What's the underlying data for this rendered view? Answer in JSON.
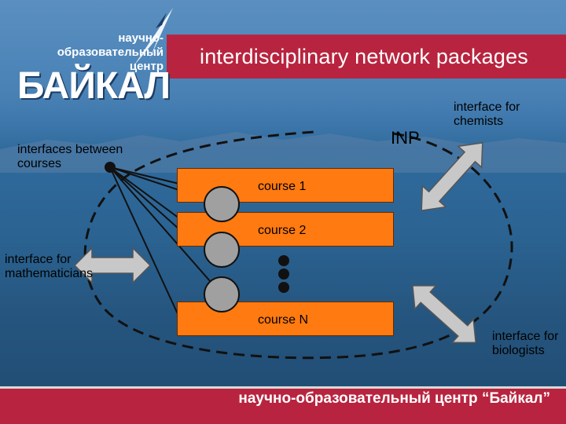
{
  "header": {
    "title": "interdisciplinary network packages",
    "logo_line1": "научно-образовательный",
    "logo_line2": "центр",
    "logo_brand": "БАЙКАЛ"
  },
  "diagram": {
    "network_label": "INP",
    "courses": [
      "course 1",
      "course 2",
      "course N"
    ],
    "labels": {
      "interfaces_between": "interfaces between courses",
      "chemists": "interface for chemists",
      "mathematicians": "interface for mathematicians",
      "biologists": "interface for biologists"
    }
  },
  "footer": {
    "text": "научно-образовательный центр “Байкал”"
  },
  "colors": {
    "title_bar": "#b8243f",
    "course_fill": "#ff7a10",
    "arrow_fill": "#c8c8c8"
  }
}
